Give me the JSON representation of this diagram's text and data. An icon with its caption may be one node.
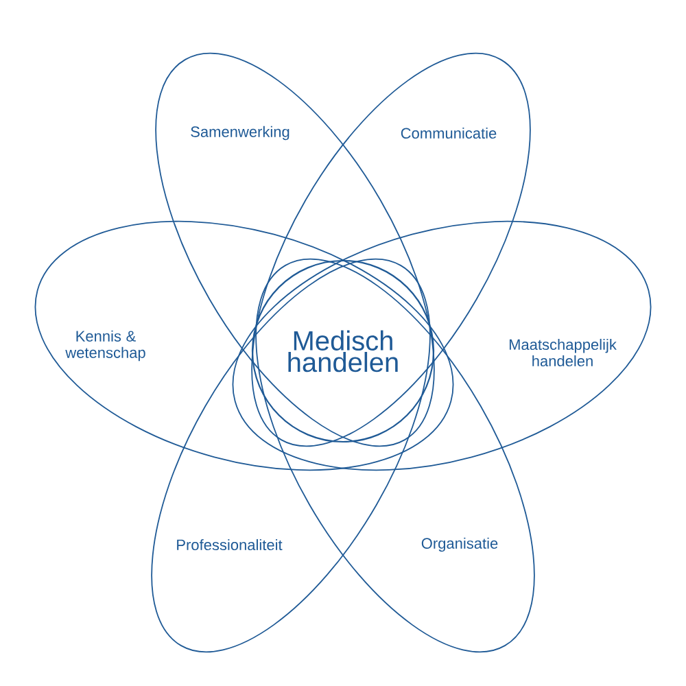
{
  "diagram": {
    "nodes": [
      {
        "text": [
          "Samenwerking"
        ]
      },
      {
        "text": [
          "Communicatie"
        ]
      },
      {
        "text": [
          "Kennis & wetenschap"
        ]
      },
      {
        "text": [
          "Medisch handelen"
        ]
      },
      {
        "text": [
          "Maatschappelijk handelen"
        ]
      },
      {
        "text": [
          "Professionaliteit"
        ]
      },
      {
        "text": [
          "Organisatie"
        ]
      }
    ]
  }
}
